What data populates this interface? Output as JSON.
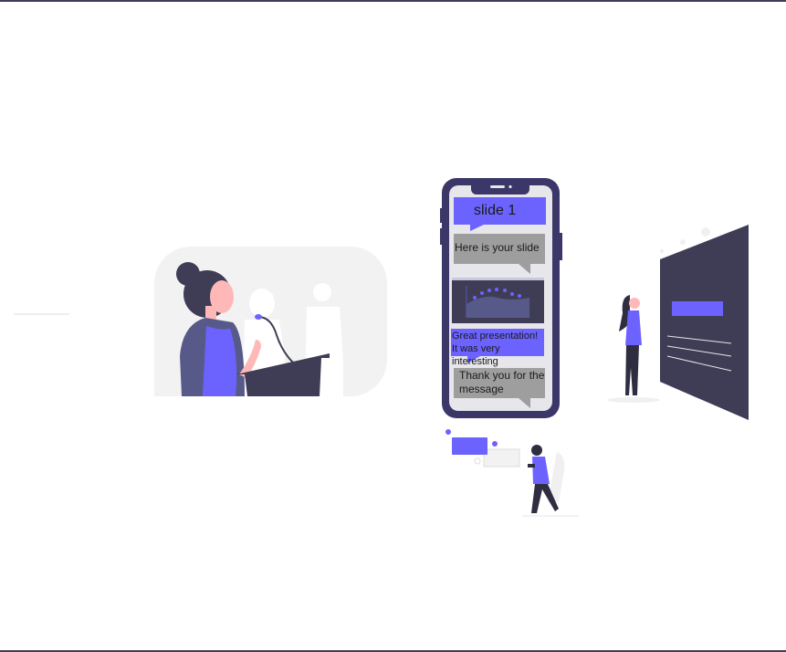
{
  "colors": {
    "accent": "#6c63ff",
    "dark": "#3f3d56",
    "phone": "#3b3768",
    "gray_bubble": "#9e9e9e",
    "panel": "#f2f2f2"
  },
  "phone": {
    "messages": [
      {
        "text": "slide 1",
        "kind": "sent"
      },
      {
        "text": "Here is your slide",
        "kind": "received"
      },
      {
        "text": "Great presentation!\nIt was very interesting",
        "kind": "sent"
      },
      {
        "text": "Thank you for the message",
        "kind": "received"
      }
    ]
  }
}
